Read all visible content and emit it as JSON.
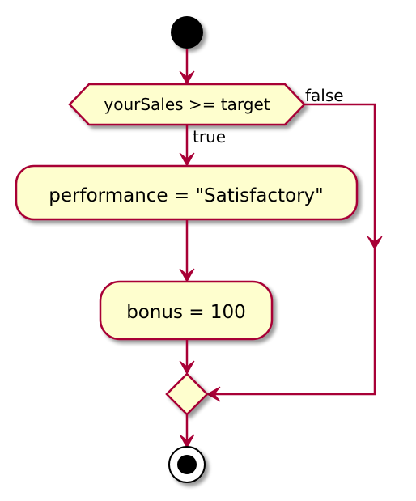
{
  "diagram": {
    "type": "activity-diagram",
    "colors": {
      "node_fill": "#FEFECE",
      "node_stroke": "#A80036",
      "arrow": "#A80036",
      "start_fill": "#000000",
      "shadow": "#b9b9b9"
    },
    "decision": {
      "condition": "yourSales >= target",
      "true_label": "true",
      "false_label": "false"
    },
    "actions": [
      {
        "id": "action-performance",
        "label": "performance = \"Satisfactory\""
      },
      {
        "id": "action-bonus",
        "label": "bonus = 100"
      }
    ]
  }
}
